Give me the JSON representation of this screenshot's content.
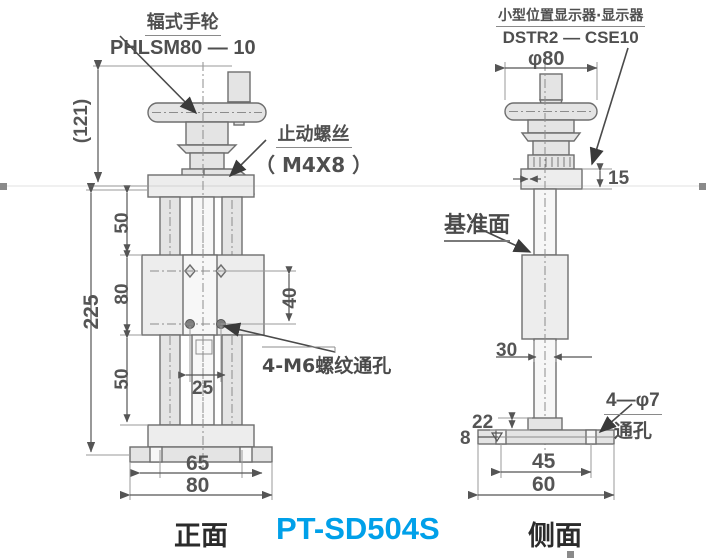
{
  "meta": {
    "part_number": "PT-SD504S",
    "part_number_color": "#00a0e9",
    "line_color": "#6e6e6e",
    "fill_color": "#e3e3e3",
    "text_color": "#4a4a4a"
  },
  "views": {
    "front": {
      "title": "正面"
    },
    "side": {
      "title": "侧面"
    }
  },
  "callouts": {
    "handwheel": {
      "line1": "辐式手轮",
      "line2": "PHLSM80 — 10"
    },
    "setscrew": {
      "line1": "止动螺丝",
      "line2": "（ M4X8 ）"
    },
    "tapped_holes": {
      "label": "4-M6螺纹通孔"
    },
    "position_indicator": {
      "line1": "小型位置显示器·显示器",
      "line2": "DSTR2 — CSE10"
    },
    "datum": {
      "label": "基准面"
    },
    "thru_holes": {
      "line1": "4—φ7",
      "line2": "通孔"
    }
  },
  "dimensions": {
    "front": {
      "height_121": "(121)",
      "total_225": "225",
      "seg_top_50": "50",
      "seg_mid_80": "80",
      "seg_bot_50": "50",
      "hole_pitch_v_40": "40",
      "hole_pitch_h_25": "25",
      "width_65": "65",
      "width_80": "80"
    },
    "side": {
      "handwheel_dia": "φ80",
      "indicator_15": "15",
      "shaft_30": "30",
      "base_22": "22",
      "base_8": "8",
      "base_45": "45",
      "base_60": "60"
    }
  }
}
